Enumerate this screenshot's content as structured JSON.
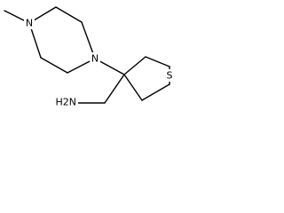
{
  "structure": {
    "atoms": {
      "piperazine_n1": "N",
      "piperazine_n4": "N",
      "thiolane_s": "S",
      "amine": "H2N"
    }
  }
}
